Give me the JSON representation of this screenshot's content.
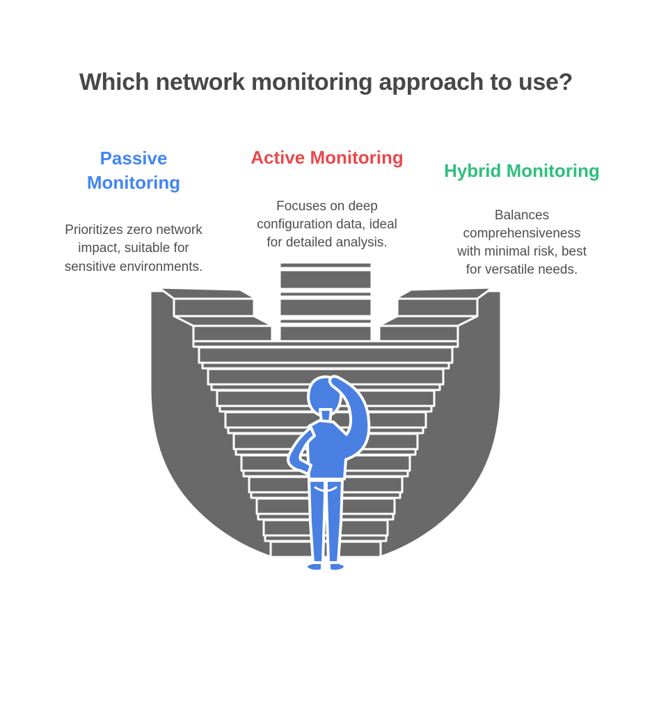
{
  "page": {
    "background": "#FFFFFF"
  },
  "title": {
    "text": "Which network monitoring approach to use?",
    "color": "#474747"
  },
  "columns": [
    {
      "id": "passive",
      "heading": "Passive\nMonitoring",
      "heading_color": "#4285F4",
      "body": "Prioritizes zero network\nimpact, suitable for\nsensitive environments.",
      "body_color": "#4E4E4E"
    },
    {
      "id": "active",
      "heading": "Active Monitoring",
      "heading_color": "#E8494B",
      "body": "Focuses on deep\nconfiguration data, ideal\nfor detailed analysis.",
      "body_color": "#4E4E4E"
    },
    {
      "id": "hybrid",
      "heading": "Hybrid Monitoring",
      "heading_color": "#2EBE7D",
      "body": "Balances\ncomprehensiveness\nwith minimal risk, best\nfor versatile needs.",
      "body_color": "#4E4E4E"
    }
  ],
  "illustration": {
    "description": "Person scratching head while looking up at a large converging staircase with three stepped towers",
    "staircase_color": "#696969",
    "person_color": "#4A80E2",
    "outline_color": "#FFFFFF"
  }
}
